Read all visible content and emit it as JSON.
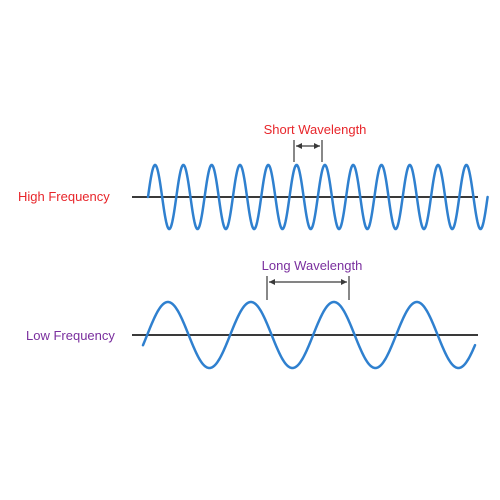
{
  "high_wave": {
    "label": "High Frequency",
    "label_color": "#e8262b",
    "wavelength_label": "Short Wavelength",
    "wavelength_label_color": "#e8262b",
    "cycles": 12
  },
  "low_wave": {
    "label": "Low Frequency",
    "label_color": "#7a2f9e",
    "wavelength_label": "Long Wavelength",
    "wavelength_label_color": "#7a2f9e",
    "cycles": 4
  },
  "colors": {
    "wave": "#2f80cf",
    "axis": "#3a3a3a",
    "bracket": "#3a3a3a"
  }
}
